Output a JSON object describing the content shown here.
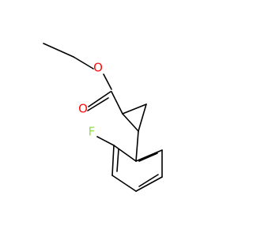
{
  "molecule": {
    "atoms": [
      {
        "id": "o_ether",
        "label": "O",
        "color": "#ff0d0d"
      },
      {
        "id": "o_carbonyl",
        "label": "O",
        "color": "#ff0d0d"
      },
      {
        "id": "fluorine",
        "label": "F",
        "color": "#90e050"
      }
    ]
  }
}
